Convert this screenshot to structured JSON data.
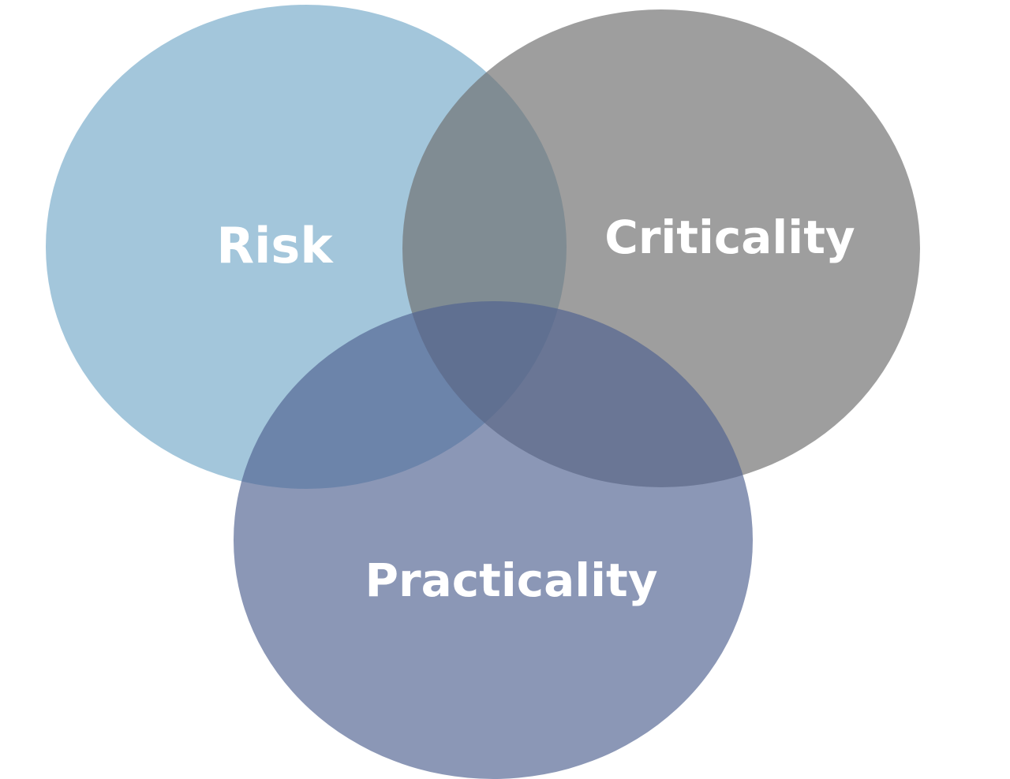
{
  "diagram": {
    "type": "venn",
    "sets": [
      {
        "key": "risk",
        "label": "Risk",
        "color": "#6fa6c7"
      },
      {
        "key": "criticality",
        "label": "Criticality",
        "color": "#707070"
      },
      {
        "key": "practicality",
        "label": "Practicality",
        "color": "#4f6190"
      }
    ]
  }
}
